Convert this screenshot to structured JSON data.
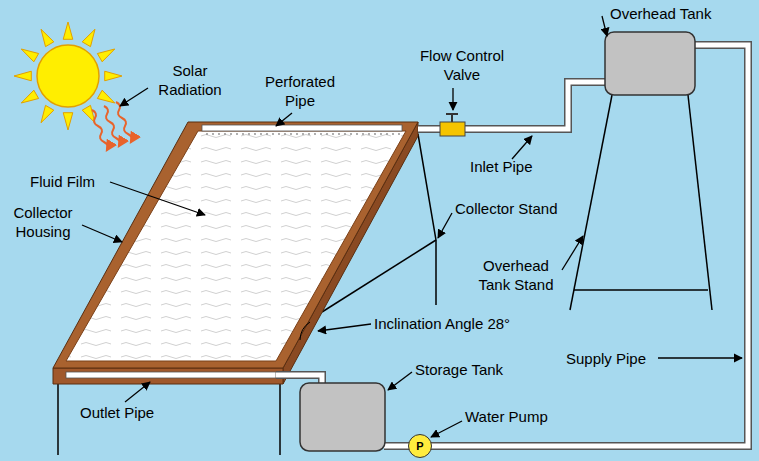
{
  "diagram": {
    "nodes": [
      {
        "text": [
          "P"
        ]
      }
    ],
    "labels": [
      "Overhead Tank",
      "Solar Radiation",
      "Perforated Pipe",
      "Flow Control Valve",
      "Fluid Film",
      "Collector Housing",
      "Inlet Pipe",
      "Collector Stand",
      "Overhead Tank Stand",
      "Inclination Angle 28°",
      "Supply Pipe",
      "Storage Tank",
      "Water Pump",
      "Outlet Pipe"
    ]
  }
}
